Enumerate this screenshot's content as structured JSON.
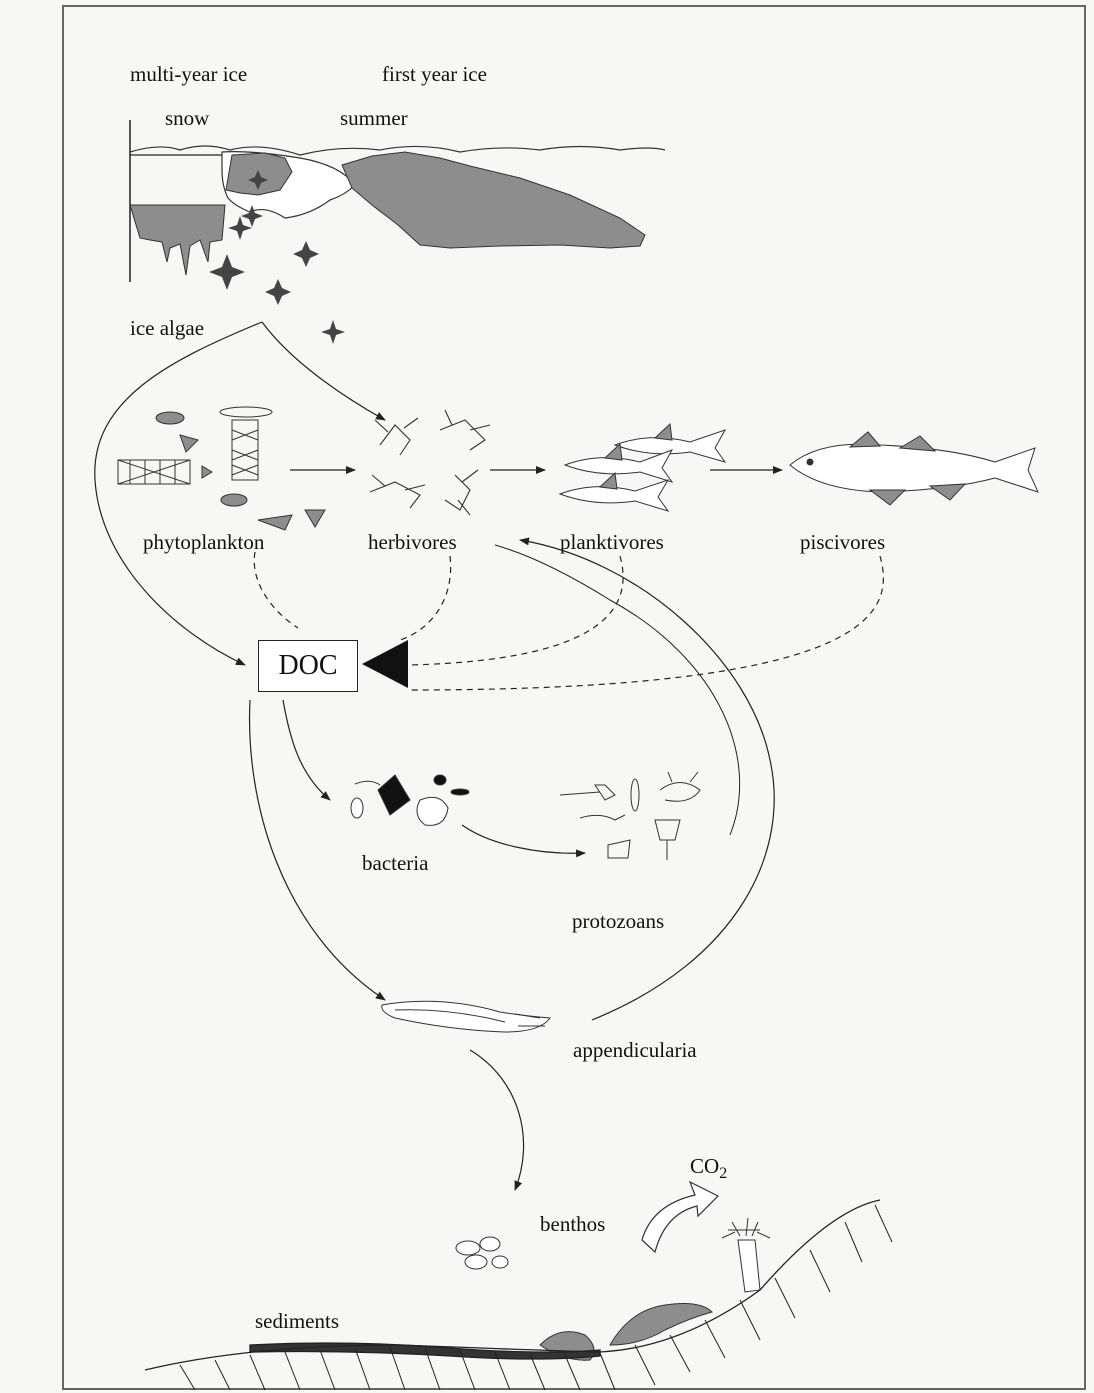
{
  "labels": {
    "multi_year_ice": "multi-year ice",
    "first_year_ice": "first year ice",
    "snow": "snow",
    "summer": "summer",
    "ice_algae": "ice algae",
    "phytoplankton": "phytoplankton",
    "herbivores": "herbivores",
    "planktivores": "planktivores",
    "piscivores": "piscivores",
    "doc": "DOC",
    "bacteria": "bacteria",
    "protozoans": "protozoans",
    "appendicularia": "appendicularia",
    "co2": "CO",
    "co2_sub": "2",
    "benthos": "benthos",
    "sediments": "sediments"
  },
  "colors": {
    "ice_grey": "#8d8d8d",
    "line": "#222222",
    "frame": "#666666",
    "paper": "#f7f7f5"
  }
}
